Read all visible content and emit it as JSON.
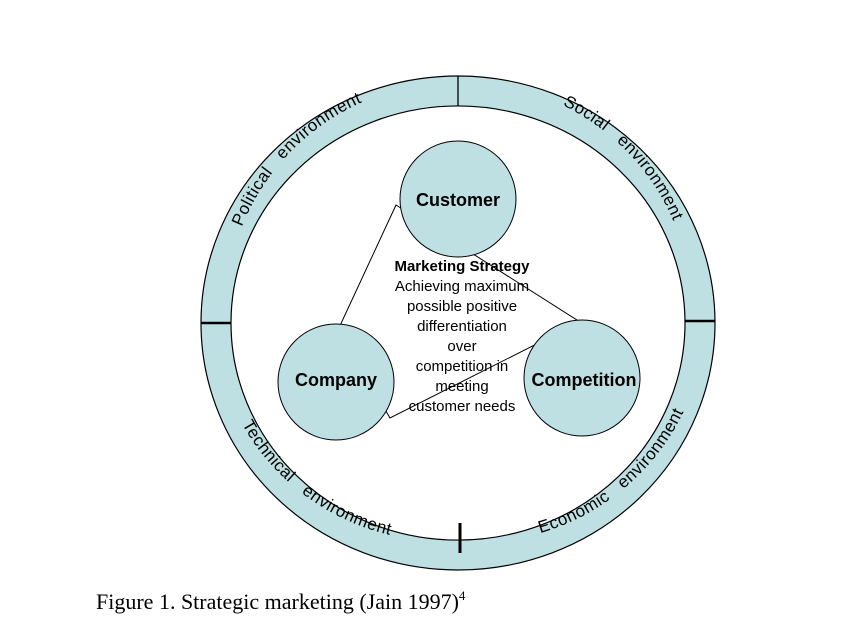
{
  "colors": {
    "fill": "#bfe0e3",
    "stroke": "#000000",
    "background": "#ffffff"
  },
  "ring": {
    "segments": [
      {
        "name": "political",
        "text": "Political   environment"
      },
      {
        "name": "social",
        "text": "Social   environment"
      },
      {
        "name": "technical",
        "text": "Technical   environment"
      },
      {
        "name": "economic",
        "text": "Economic   environment"
      }
    ]
  },
  "nodes": {
    "customer": "Customer",
    "company": "Company",
    "competition": "Competition"
  },
  "center": {
    "title": "Marketing Strategy",
    "lines": [
      "Achieving maximum",
      "possible positive",
      "differentiation",
      "over",
      "competition in",
      "meeting",
      "customer needs"
    ]
  },
  "caption": {
    "text": "Figure 1. Strategic marketing (Jain 1997)",
    "superscript": "4"
  }
}
